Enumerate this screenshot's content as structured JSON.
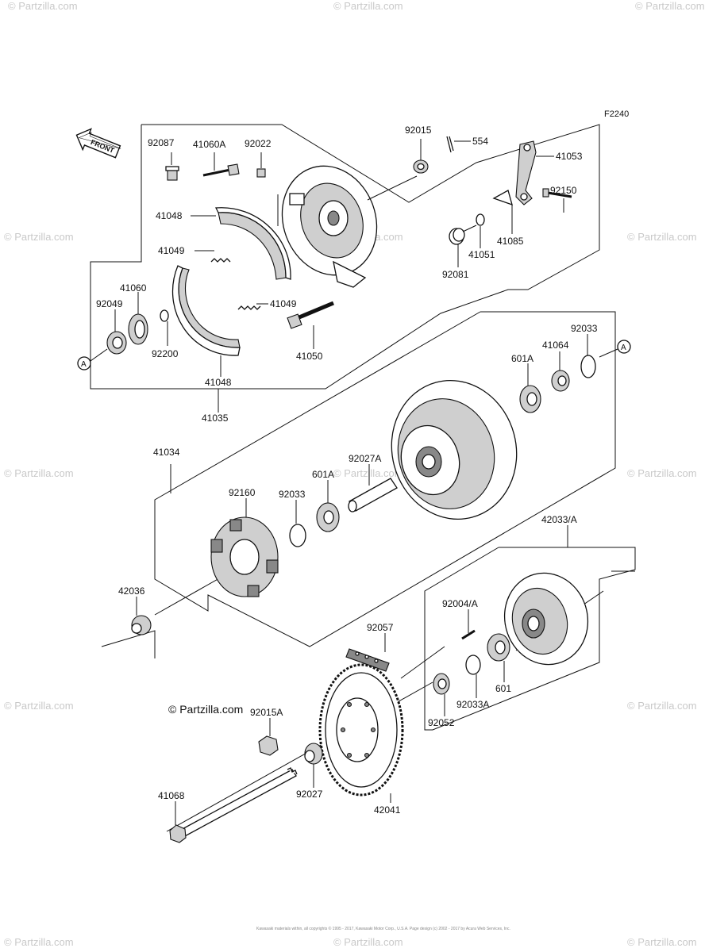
{
  "figure_code": "F2240",
  "front_label": "FRONT",
  "ref_marker": "A",
  "credit": "© Partzilla.com",
  "watermark_text": "© Partzilla.com",
  "footer_text": "Kawasaki materials within, all copyrights © 1995 - 2017, Kawasaki Motor Corp., U.S.A. Page design (c) 2002 - 2017 by Acura Web Services, Inc.",
  "parts": [
    {
      "id": "p92087",
      "label": "92087"
    },
    {
      "id": "p41060A",
      "label": "41060A"
    },
    {
      "id": "p92022",
      "label": "92022"
    },
    {
      "id": "p92015",
      "label": "92015"
    },
    {
      "id": "p554",
      "label": "554"
    },
    {
      "id": "p41053",
      "label": "41053"
    },
    {
      "id": "p92150",
      "label": "92150"
    },
    {
      "id": "p41048a",
      "label": "41048"
    },
    {
      "id": "p41049a",
      "label": "41049"
    },
    {
      "id": "p41051",
      "label": "41051"
    },
    {
      "id": "p41085",
      "label": "41085"
    },
    {
      "id": "p92081",
      "label": "92081"
    },
    {
      "id": "p41060",
      "label": "41060"
    },
    {
      "id": "p92049",
      "label": "92049"
    },
    {
      "id": "p41049b",
      "label": "41049"
    },
    {
      "id": "p92200",
      "label": "92200"
    },
    {
      "id": "p41050",
      "label": "41050"
    },
    {
      "id": "p41048b",
      "label": "41048"
    },
    {
      "id": "p41035",
      "label": "41035"
    },
    {
      "id": "p92033a",
      "label": "92033"
    },
    {
      "id": "p41064",
      "label": "41064"
    },
    {
      "id": "p601A_a",
      "label": "601A"
    },
    {
      "id": "p41034",
      "label": "41034"
    },
    {
      "id": "p92027A",
      "label": "92027A"
    },
    {
      "id": "p92160",
      "label": "92160"
    },
    {
      "id": "p92033b",
      "label": "92033"
    },
    {
      "id": "p601A_b",
      "label": "601A"
    },
    {
      "id": "p42033A",
      "label": "42033/A"
    },
    {
      "id": "p42036",
      "label": "42036"
    },
    {
      "id": "p92004A",
      "label": "92004/A"
    },
    {
      "id": "p92057",
      "label": "92057"
    },
    {
      "id": "p601",
      "label": "601"
    },
    {
      "id": "p92033A",
      "label": "92033A"
    },
    {
      "id": "p92015A",
      "label": "92015A"
    },
    {
      "id": "p92052",
      "label": "92052"
    },
    {
      "id": "p41068",
      "label": "41068"
    },
    {
      "id": "p92027",
      "label": "92027"
    },
    {
      "id": "p42041",
      "label": "42041"
    }
  ]
}
